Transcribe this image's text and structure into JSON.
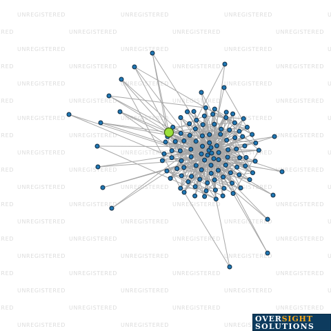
{
  "watermark": {
    "text": "UNREGISTERED"
  },
  "logo": {
    "line1_a": "OVER",
    "line1_b": "SIGHT",
    "line2": "SOLUTIONS"
  },
  "colors": {
    "background": "#ffffff",
    "edge": "#a6a6a6",
    "node_fill": "#1f77b4",
    "node_stroke": "#10283d",
    "focus_node_fill": "#9adf3a",
    "logo_background": "#0d3b5e",
    "logo_accent": "#f6a81a"
  },
  "graph": {
    "focus_node": {
      "id": "focus",
      "highlighted": true
    },
    "node_count": 148,
    "outer_node_count": 20
  }
}
